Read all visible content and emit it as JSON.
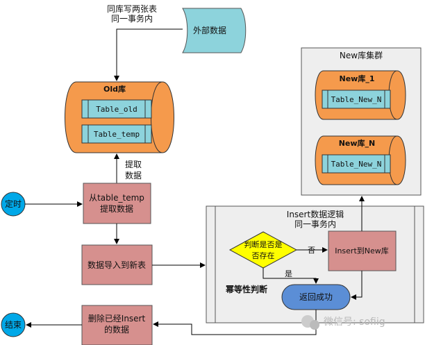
{
  "note_top": [
    "同库写两张表",
    "同一事务内"
  ],
  "external_data": "外部数据",
  "old_db": {
    "title": "Old库",
    "tables": [
      "Table_old",
      "Table_temp"
    ]
  },
  "extract_label": [
    "提取",
    "数据"
  ],
  "timer": "定时",
  "end": "结束",
  "extract_box": [
    "从table_temp",
    "提取数据"
  ],
  "import_box": "数据导入到新表",
  "delete_box": [
    "删除已经Insert",
    "的数据"
  ],
  "new_cluster": {
    "title": "New库集群",
    "dbs": [
      {
        "title": "New库_1",
        "table": "Table_New_N"
      },
      {
        "title": "New库_N",
        "table": "Table_New_N"
      }
    ]
  },
  "logic": {
    "title": [
      "Insert数据逻辑",
      "同一事务内"
    ],
    "decision": [
      "判断是否是",
      "否存在"
    ],
    "no": "否",
    "yes": "是",
    "insert_box": "Insert到New库",
    "idempotent": "幂等性判断",
    "success": "返回成功"
  },
  "watermark": "微信号: sofiig",
  "colors": {
    "orange": "#f59a4c",
    "teal": "#8dd3dc",
    "rose": "#d6908e",
    "yellow": "#ffff00",
    "blue": "#5b8ed6",
    "cyan": "#00a8e8",
    "panel": "#eeeeee"
  }
}
